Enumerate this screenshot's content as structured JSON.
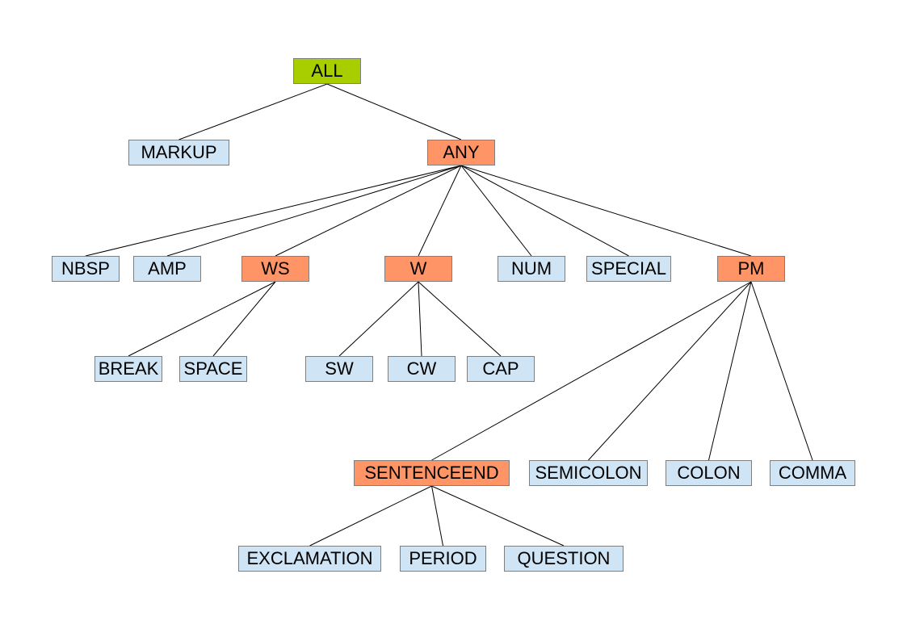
{
  "colors": {
    "root": "#a8ce00",
    "internal": "#ff9466",
    "leaf": "#cfe5f5",
    "border": "#7f7f7f",
    "edge": "#000000"
  },
  "nodes": {
    "all": {
      "label": "ALL",
      "kind": "root"
    },
    "markup": {
      "label": "MARKUP",
      "kind": "leaf"
    },
    "any": {
      "label": "ANY",
      "kind": "internal"
    },
    "nbsp": {
      "label": "NBSP",
      "kind": "leaf"
    },
    "amp": {
      "label": "AMP",
      "kind": "leaf"
    },
    "ws": {
      "label": "WS",
      "kind": "internal"
    },
    "w": {
      "label": "W",
      "kind": "internal"
    },
    "num": {
      "label": "NUM",
      "kind": "leaf"
    },
    "special": {
      "label": "SPECIAL",
      "kind": "leaf"
    },
    "pm": {
      "label": "PM",
      "kind": "internal"
    },
    "break": {
      "label": "BREAK",
      "kind": "leaf"
    },
    "space": {
      "label": "SPACE",
      "kind": "leaf"
    },
    "sw": {
      "label": "SW",
      "kind": "leaf"
    },
    "cw": {
      "label": "CW",
      "kind": "leaf"
    },
    "cap": {
      "label": "CAP",
      "kind": "leaf"
    },
    "sentenceend": {
      "label": "SENTENCEEND",
      "kind": "internal"
    },
    "semicolon": {
      "label": "SEMICOLON",
      "kind": "leaf"
    },
    "colon": {
      "label": "COLON",
      "kind": "leaf"
    },
    "comma": {
      "label": "COMMA",
      "kind": "leaf"
    },
    "exclamation": {
      "label": "EXCLAMATION",
      "kind": "leaf"
    },
    "period": {
      "label": "PERIOD",
      "kind": "leaf"
    },
    "question": {
      "label": "QUESTION",
      "kind": "leaf"
    }
  },
  "edges": [
    [
      "all",
      "markup"
    ],
    [
      "all",
      "any"
    ],
    [
      "any",
      "nbsp"
    ],
    [
      "any",
      "amp"
    ],
    [
      "any",
      "ws"
    ],
    [
      "any",
      "w"
    ],
    [
      "any",
      "num"
    ],
    [
      "any",
      "special"
    ],
    [
      "any",
      "pm"
    ],
    [
      "ws",
      "break"
    ],
    [
      "ws",
      "space"
    ],
    [
      "w",
      "sw"
    ],
    [
      "w",
      "cw"
    ],
    [
      "w",
      "cap"
    ],
    [
      "pm",
      "sentenceend"
    ],
    [
      "pm",
      "semicolon"
    ],
    [
      "pm",
      "colon"
    ],
    [
      "pm",
      "comma"
    ],
    [
      "sentenceend",
      "exclamation"
    ],
    [
      "sentenceend",
      "period"
    ],
    [
      "sentenceend",
      "question"
    ]
  ]
}
